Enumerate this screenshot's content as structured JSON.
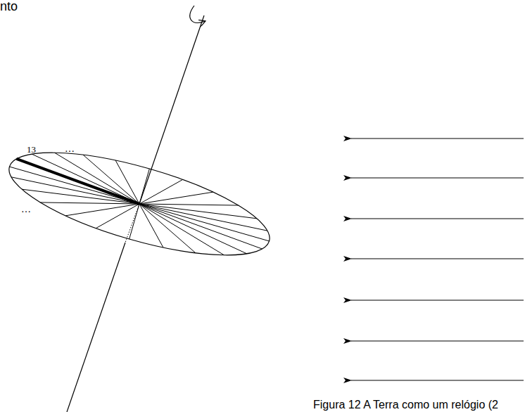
{
  "diagram": {
    "caption": "Figura 12 A Terra como um relógio (2",
    "labels": [
      "nto",
      "13",
      "…",
      "…"
    ]
  }
}
